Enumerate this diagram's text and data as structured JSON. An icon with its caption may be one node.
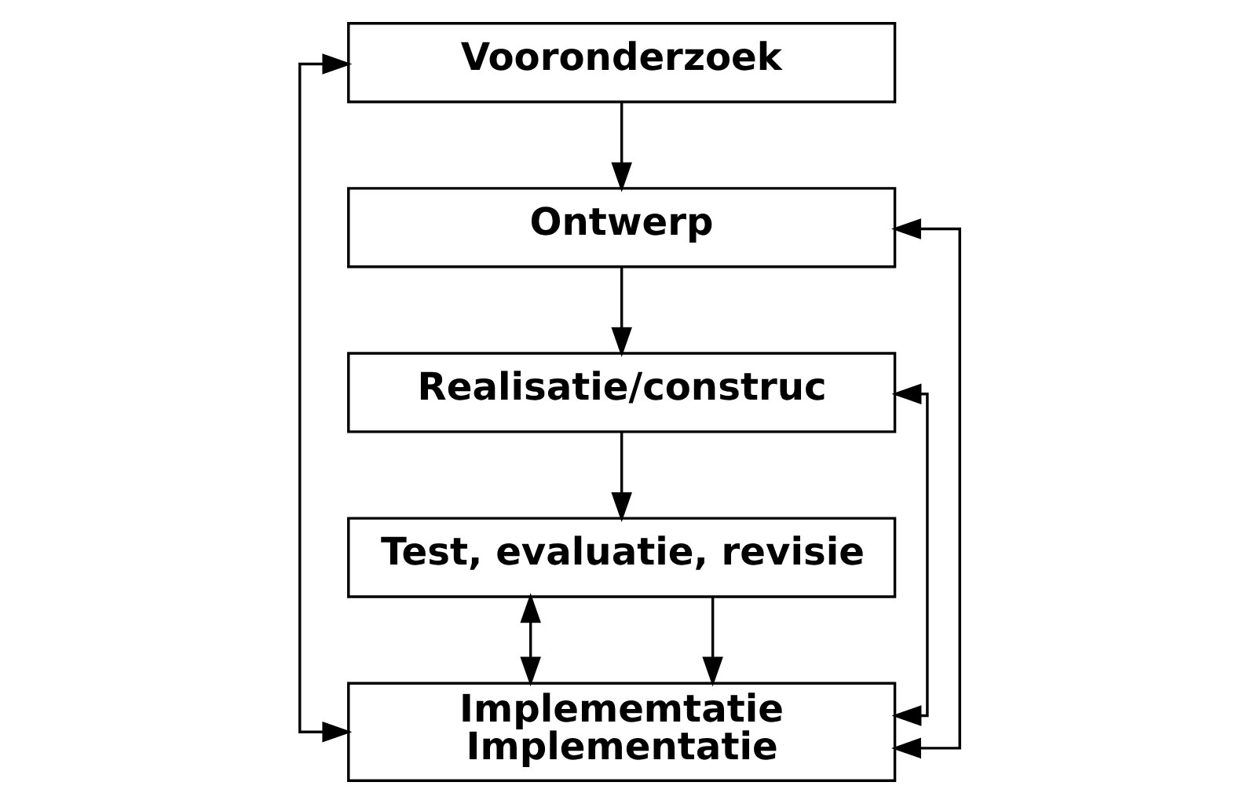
{
  "diagram": {
    "nodes": [
      {
        "text": [
          "Implememtatie",
          "Implementatie"
        ]
      },
      {
        "text": [
          "Vooronderzoek"
        ]
      },
      {
        "text": [
          "Ontwerp"
        ]
      },
      {
        "text": [
          "Realisatie/construc"
        ]
      },
      {
        "text": [
          "Test, evaluatie, revisie"
        ]
      }
    ],
    "edges": [
      {
        "from": 0,
        "to": 1,
        "arrow": "both"
      },
      {
        "from": 1,
        "to": 2,
        "arrow": "to"
      },
      {
        "from": 0,
        "to": 2,
        "arrow": "both"
      },
      {
        "from": 2,
        "to": 3,
        "arrow": "to"
      },
      {
        "from": 0,
        "to": 3,
        "arrow": "both"
      },
      {
        "from": 3,
        "to": 4,
        "arrow": "to"
      },
      {
        "from": 0,
        "to": 4,
        "arrow": "both"
      },
      {
        "from": 4,
        "to": 0,
        "arrow": "to"
      }
    ]
  }
}
